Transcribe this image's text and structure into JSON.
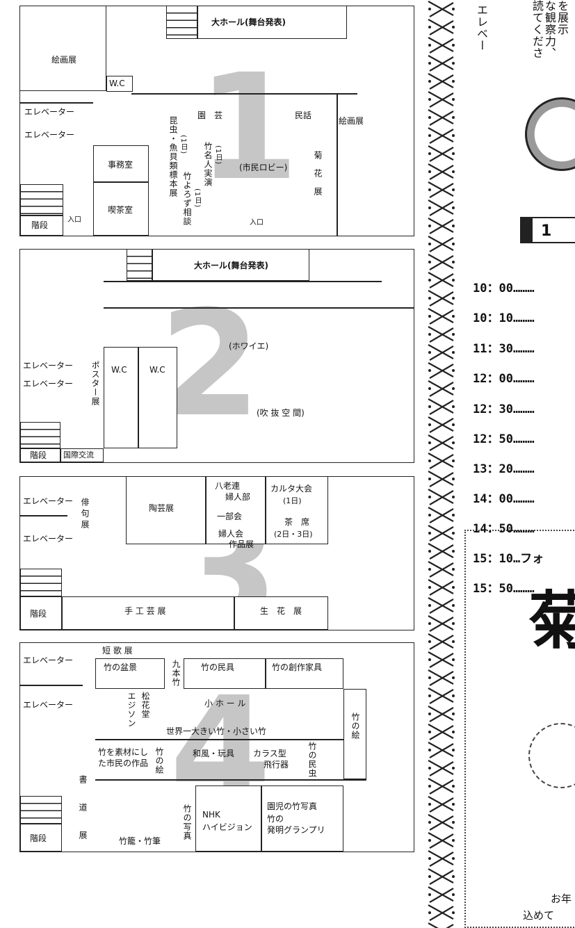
{
  "floor1": {
    "number": "1",
    "hall": "大ホール(舞台発表)",
    "painting1": "絵画展",
    "wc": "W.C",
    "elev1": "エレベーター",
    "elev2": "エレベーター",
    "office": "事務室",
    "cafe": "喫茶室",
    "stairs": "階段",
    "entrance1": "入口",
    "entrance2": "入口",
    "engei": "園　芸",
    "minwa": "民話",
    "painting2": "絵画展",
    "konchu": "昆虫・魚貝類標本展",
    "konchu_day": "(1日)",
    "bamboo_puppet": "竹名人実演",
    "bamboo_puppet_day": "(1日)",
    "takeyoro": "竹よろず相談",
    "takeyoro_day": "(1日)",
    "lobby": "(市民ロビー)",
    "kiku": "菊花展"
  },
  "floor2": {
    "number": "2",
    "hall": "大ホール(舞台発表)",
    "wc1": "W.C",
    "wc2": "W.C",
    "foyer": "(ホワイエ)",
    "atrium": "(吹 抜 空 間)",
    "poster": "ポスター展",
    "elev1": "エレベーター",
    "elev2": "エレベーター",
    "stairs": "階段",
    "intl": "国際交流"
  },
  "floor3": {
    "number": "3",
    "elev1": "エレベーター",
    "elev2": "エレベーター",
    "haiku": "俳句展",
    "pottery": "陶芸展",
    "hachi1": "八老連",
    "hachi2": "婦人部",
    "ichibu": "一部会",
    "fujin1": "婦人会",
    "fujin2": "作品展",
    "karuta": "カルタ大会",
    "karuta_day": "(1日)",
    "tea": "茶　席",
    "tea_day": "(2日・3日)",
    "stairs": "階段",
    "craft": "手 工 芸 展",
    "ikebana": "生　花　展"
  },
  "floor4": {
    "number": "4",
    "tanka": "短 歌 展",
    "elev1": "エレベーター",
    "elev2": "エレベーター",
    "bonsai": "竹の盆景",
    "kyuhon": "九本竹",
    "mingu": "竹の民具",
    "sosaku": "竹の創作家具",
    "edison": "エジソン",
    "shokado": "松花堂",
    "small_hall": "小 ホ ー ル",
    "bamboo_e": "竹の絵",
    "world": "世界一大きい竹・小さい竹",
    "citizen1": "竹を素材にし",
    "citizen2": "た市民の作品",
    "take_e": "竹の絵",
    "wagasa": "和風・玩具",
    "karasu1": "カラス型",
    "karasu2": "飛行器",
    "take_min": "竹の民虫",
    "shodo": "書　道　展",
    "stairs": "階段",
    "kago": "竹籠・竹筆",
    "photo": "竹の写真",
    "nhk1": "NHK",
    "nhk2": "ハイビジョン",
    "enji1": "園児の竹写真",
    "enji2": "竹の",
    "enji3": "発明グランプリ"
  },
  "right": {
    "top_v1": "エレベー",
    "top_v2": "な観察力、",
    "top_v3": "読てくださ",
    "top_v4": "を展示",
    "badge_day": "1",
    "headline": "菊",
    "footer1": "お年",
    "footer2": "込めて"
  },
  "schedule": [
    "10：00………",
    "10：10………",
    "11：30………",
    "12：00………",
    "12：30………",
    "12：50………",
    "13：20………",
    "14：00………",
    "14：50………",
    "15：10…フォ",
    "15：50………"
  ]
}
